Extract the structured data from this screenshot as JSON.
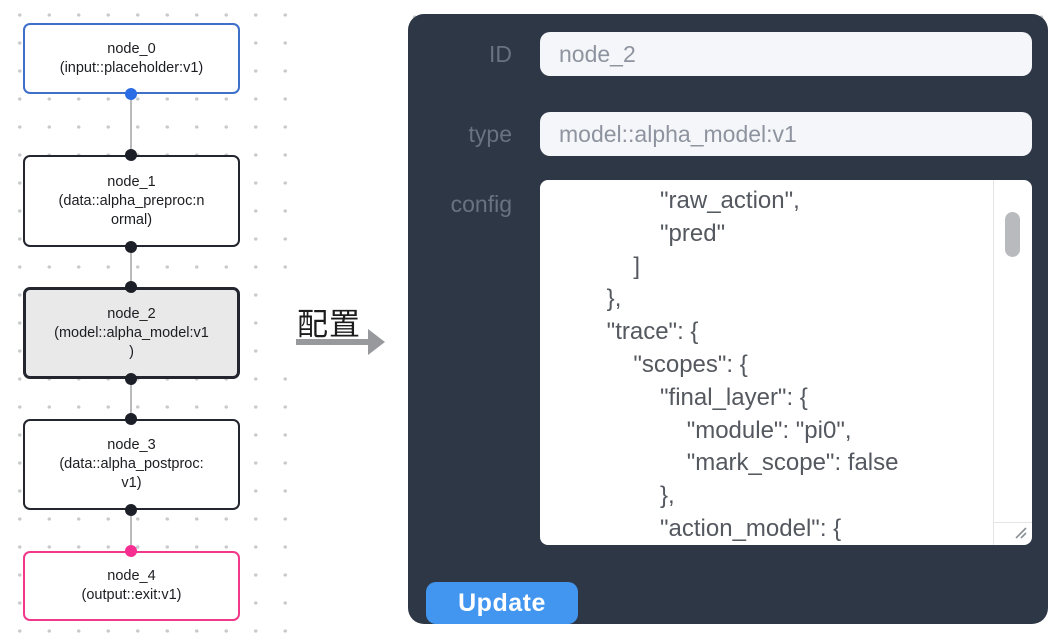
{
  "graph": {
    "nodes": [
      {
        "id": "node_0",
        "type_lines": [
          "(input::placeholder:v1)"
        ],
        "accent_color": "#3e70c9",
        "port_color": "#2a6de4",
        "selected": false
      },
      {
        "id": "node_1",
        "type_lines": [
          "(data::alpha_preproc:n",
          "ormal)"
        ],
        "accent_color": "#23262e",
        "port_color": "#1c1f27",
        "selected": false
      },
      {
        "id": "node_2",
        "type_lines": [
          "(model::alpha_model:v1",
          ")"
        ],
        "accent_color": "#23262e",
        "port_color": "#1c1f27",
        "selected": true,
        "selected_fill": "#e9e9ea"
      },
      {
        "id": "node_3",
        "type_lines": [
          "(data::alpha_postproc:",
          "v1)"
        ],
        "accent_color": "#23262e",
        "port_color": "#1c1f27",
        "selected": false
      },
      {
        "id": "node_4",
        "type_lines": [
          "(output::exit:v1)"
        ],
        "accent_color": "#f1388b",
        "port_color": "#f62e92",
        "selected": false
      }
    ],
    "edge_color": "#b9babc",
    "dot_grid_color": "#c7c9cc"
  },
  "annotation": {
    "label": "配置",
    "arrow_color": "#98999c",
    "arrow_direction": "right"
  },
  "panel": {
    "background_color": "#2e3746",
    "fields": [
      {
        "label": "ID",
        "value": "node_2"
      },
      {
        "label": "type",
        "value": "model::alpha_model:v1"
      }
    ],
    "config_label": "config",
    "config_lines": [
      "            \"raw_action\",",
      "            \"pred\"",
      "        ]",
      "    },",
      "    \"trace\": {",
      "        \"scopes\": {",
      "            \"final_layer\": {",
      "                \"module\": \"pi0\",",
      "                \"mark_scope\": false",
      "            },",
      "            \"action_model\": {"
    ],
    "update_label": "Update",
    "update_button_color": "#4296f0"
  }
}
